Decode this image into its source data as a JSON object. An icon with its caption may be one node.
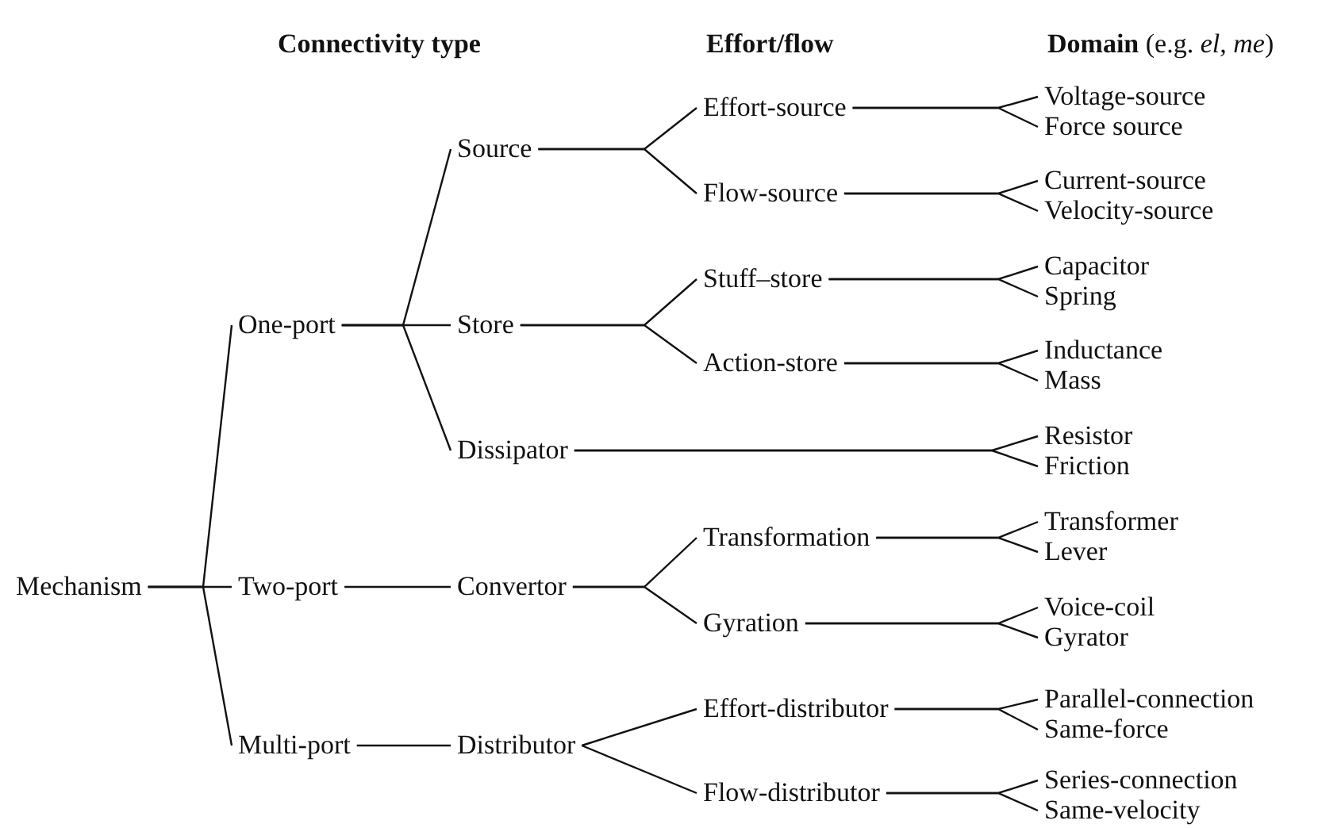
{
  "diagram": {
    "nodes": [
      {
        "text": [
          "Mechanism"
        ]
      },
      {
        "text": [
          "One-port"
        ]
      },
      {
        "text": [
          "Two-port"
        ]
      },
      {
        "text": [
          "Multi-port"
        ]
      },
      {
        "text": [
          "Source"
        ]
      },
      {
        "text": [
          "Store"
        ]
      },
      {
        "text": [
          "Dissipator"
        ]
      },
      {
        "text": [
          "Convertor"
        ]
      },
      {
        "text": [
          "Distributor"
        ]
      },
      {
        "text": [
          "Effort-source"
        ]
      },
      {
        "text": [
          "Flow-source"
        ]
      },
      {
        "text": [
          "Stuff–store"
        ]
      },
      {
        "text": [
          "Action-store"
        ]
      },
      {
        "text": [
          "Transformation"
        ]
      },
      {
        "text": [
          "Gyration"
        ]
      },
      {
        "text": [
          "Effort-distributor"
        ]
      },
      {
        "text": [
          "Flow-distributor"
        ]
      },
      {
        "text": [
          "Voltage-source"
        ]
      },
      {
        "text": [
          "Force source"
        ]
      },
      {
        "text": [
          "Current-source"
        ]
      },
      {
        "text": [
          "Velocity-source"
        ]
      },
      {
        "text": [
          "Capacitor"
        ]
      },
      {
        "text": [
          "Spring"
        ]
      },
      {
        "text": [
          "Inductance"
        ]
      },
      {
        "text": [
          "Mass"
        ]
      },
      {
        "text": [
          "Resistor"
        ]
      },
      {
        "text": [
          "Friction"
        ]
      },
      {
        "text": [
          "Transformer"
        ]
      },
      {
        "text": [
          "Lever"
        ]
      },
      {
        "text": [
          "Voice-coil"
        ]
      },
      {
        "text": [
          "Gyrator"
        ]
      },
      {
        "text": [
          "Parallel-connection"
        ]
      },
      {
        "text": [
          "Same-force"
        ]
      },
      {
        "text": [
          "Series-connection"
        ]
      },
      {
        "text": [
          "Same-velocity"
        ]
      }
    ],
    "edges": [
      {
        "from": 0,
        "to": 1,
        "arrow": "none"
      },
      {
        "from": 0,
        "to": 2,
        "arrow": "none"
      },
      {
        "from": 0,
        "to": 3,
        "arrow": "none"
      },
      {
        "from": 1,
        "to": 4,
        "arrow": "none"
      },
      {
        "from": 1,
        "to": 5,
        "arrow": "none"
      },
      {
        "from": 1,
        "to": 6,
        "arrow": "none"
      },
      {
        "from": 2,
        "to": 7,
        "arrow": "none"
      },
      {
        "from": 3,
        "to": 8,
        "arrow": "none"
      },
      {
        "from": 4,
        "to": 9,
        "arrow": "none"
      },
      {
        "from": 4,
        "to": 10,
        "arrow": "none"
      },
      {
        "from": 5,
        "to": 11,
        "arrow": "none"
      },
      {
        "from": 5,
        "to": 12,
        "arrow": "none"
      },
      {
        "from": 6,
        "to": 25,
        "arrow": "none"
      },
      {
        "from": 6,
        "to": 26,
        "arrow": "none"
      },
      {
        "from": 7,
        "to": 13,
        "arrow": "none"
      },
      {
        "from": 7,
        "to": 14,
        "arrow": "none"
      },
      {
        "from": 8,
        "to": 15,
        "arrow": "none"
      },
      {
        "from": 8,
        "to": 16,
        "arrow": "none"
      },
      {
        "from": 9,
        "to": 17,
        "arrow": "none"
      },
      {
        "from": 9,
        "to": 18,
        "arrow": "none"
      },
      {
        "from": 10,
        "to": 19,
        "arrow": "none"
      },
      {
        "from": 10,
        "to": 20,
        "arrow": "none"
      },
      {
        "from": 11,
        "to": 21,
        "arrow": "none"
      },
      {
        "from": 11,
        "to": 22,
        "arrow": "none"
      },
      {
        "from": 12,
        "to": 23,
        "arrow": "none"
      },
      {
        "from": 12,
        "to": 24,
        "arrow": "none"
      },
      {
        "from": 13,
        "to": 27,
        "arrow": "none"
      },
      {
        "from": 13,
        "to": 28,
        "arrow": "none"
      },
      {
        "from": 14,
        "to": 29,
        "arrow": "none"
      },
      {
        "from": 14,
        "to": 30,
        "arrow": "none"
      },
      {
        "from": 15,
        "to": 31,
        "arrow": "none"
      },
      {
        "from": 15,
        "to": 32,
        "arrow": "none"
      },
      {
        "from": 16,
        "to": 33,
        "arrow": "none"
      },
      {
        "from": 16,
        "to": 34,
        "arrow": "none"
      }
    ],
    "labels": [
      "Connectivity type",
      "Effort/flow",
      "**Domain** (e.g. *el, me*)"
    ]
  }
}
